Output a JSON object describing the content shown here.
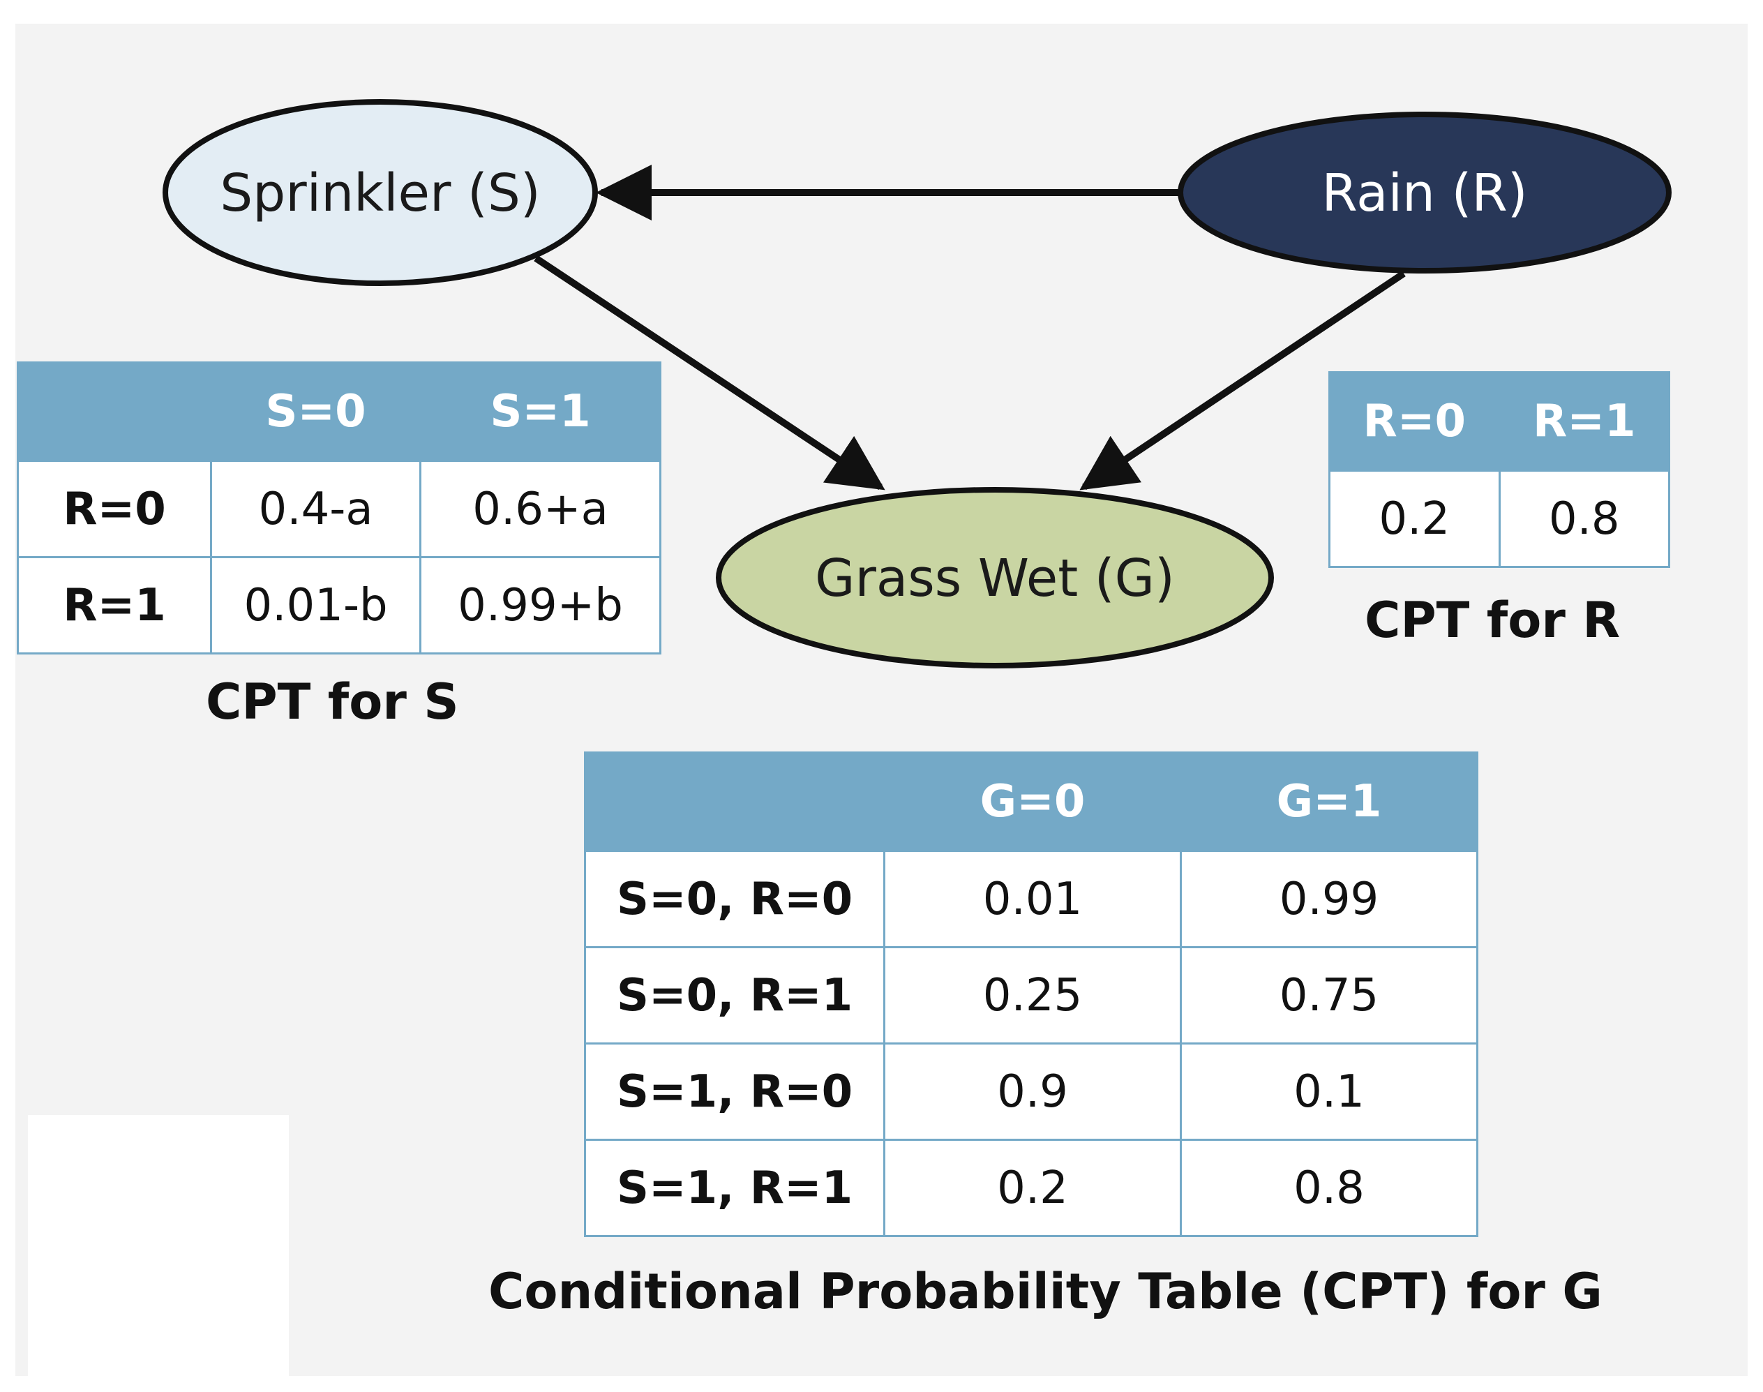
{
  "nodes": {
    "sprinkler": {
      "label": "Sprinkler (S)",
      "fill": "#e3edf4",
      "text_color": "#1a1a1a"
    },
    "rain": {
      "label": "Rain (R)",
      "fill": "#283758",
      "text_color": "#ffffff"
    },
    "grass": {
      "label": "Grass Wet (G)",
      "fill": "#c9d5a3",
      "text_color": "#1a1a1a"
    }
  },
  "edges": [
    {
      "from": "rain",
      "to": "sprinkler"
    },
    {
      "from": "sprinkler",
      "to": "grass"
    },
    {
      "from": "rain",
      "to": "grass"
    }
  ],
  "cpt_s": {
    "caption": "CPT for S",
    "headers": [
      "S=0",
      "S=1"
    ],
    "rows": [
      {
        "label": "R=0",
        "values": [
          "0.4-a",
          "0.6+a"
        ]
      },
      {
        "label": "R=1",
        "values": [
          "0.01-b",
          "0.99+b"
        ]
      }
    ]
  },
  "cpt_r": {
    "caption": "CPT for R",
    "headers": [
      "R=0",
      "R=1"
    ],
    "values": [
      "0.2",
      "0.8"
    ]
  },
  "cpt_g": {
    "caption": "Conditional Probability Table (CPT) for G",
    "headers": [
      "G=0",
      "G=1"
    ],
    "rows": [
      {
        "label": "S=0, R=0",
        "values": [
          "0.01",
          "0.99"
        ]
      },
      {
        "label": "S=0, R=1",
        "values": [
          "0.25",
          "0.75"
        ]
      },
      {
        "label": "S=1, R=0",
        "values": [
          "0.9",
          "0.1"
        ]
      },
      {
        "label": "S=1, R=1",
        "values": [
          "0.2",
          "0.8"
        ]
      }
    ]
  },
  "colors": {
    "table_header": "#74a9c7",
    "edge": "#111111"
  }
}
